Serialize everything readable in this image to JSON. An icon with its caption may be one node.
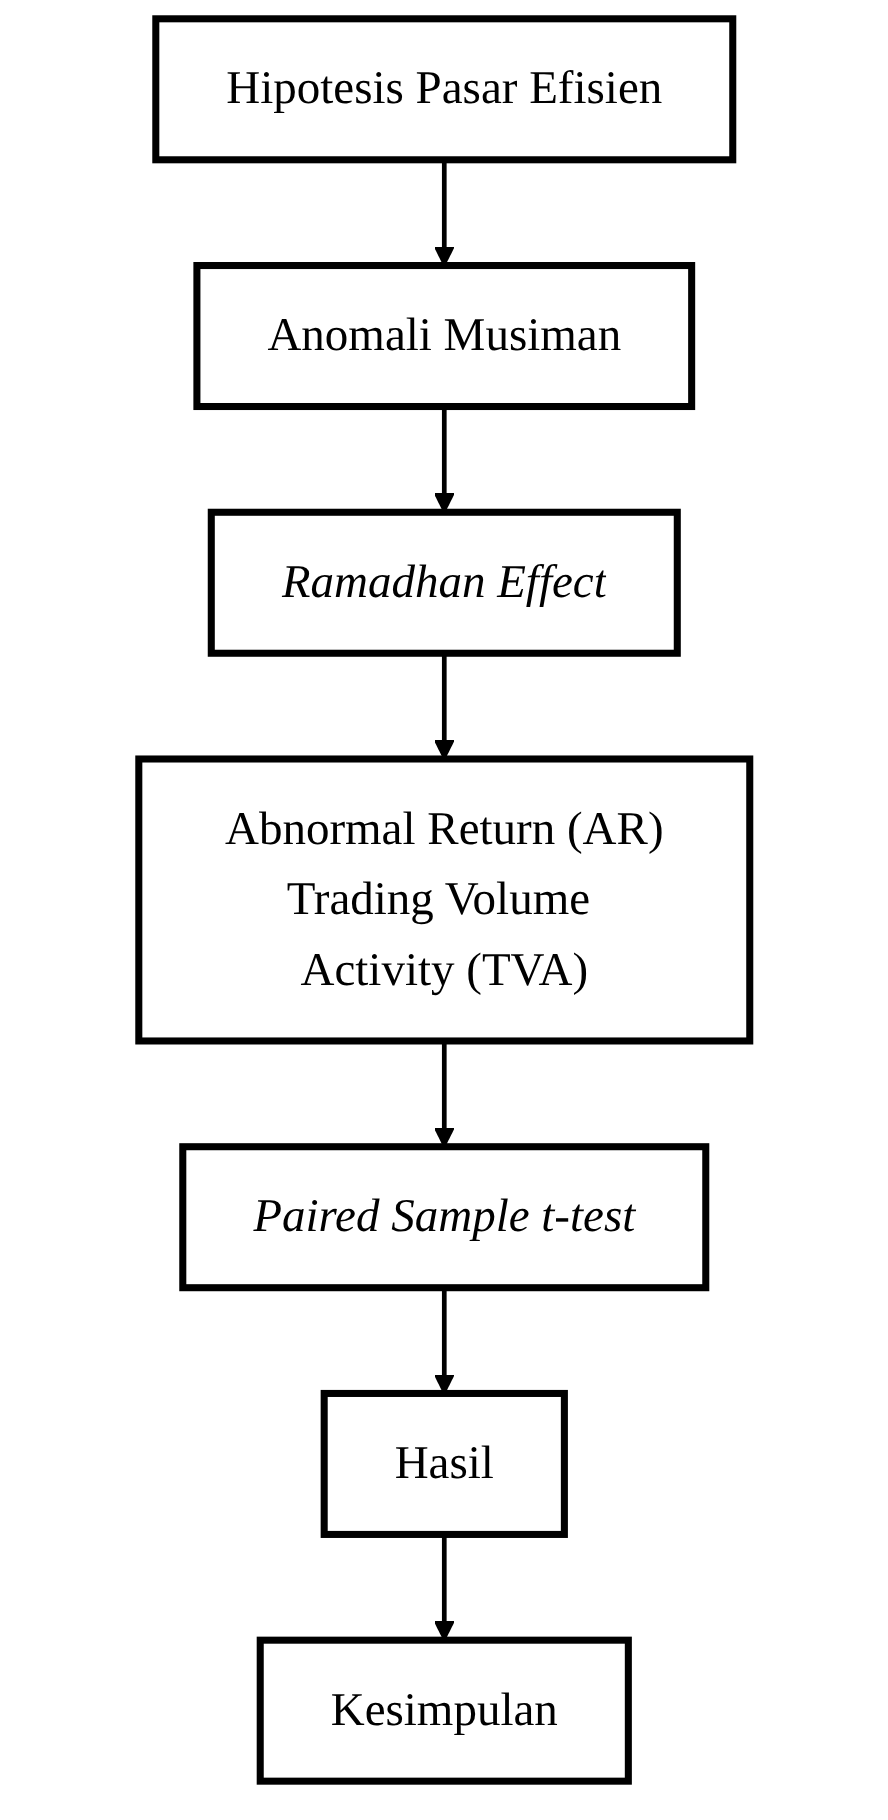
{
  "diagram": {
    "nodes": [
      {
        "text": [
          "Hipotesis Pasar Efisien"
        ]
      },
      {
        "text": [
          "Anomali Musiman"
        ]
      },
      {
        "text": [
          "Ramadhan Effect"
        ]
      },
      {
        "text": [
          "Abnormal Return (AR)",
          "Trading Volume Activity (TVA)"
        ]
      },
      {
        "text": [
          "Paired Sample t-test"
        ]
      },
      {
        "text": [
          "Hasil"
        ]
      },
      {
        "text": [
          "Kesimpulan"
        ]
      }
    ],
    "edges": [
      {
        "from": 0,
        "to": 1,
        "arrow": "to"
      },
      {
        "from": 1,
        "to": 2,
        "arrow": "to"
      },
      {
        "from": 2,
        "to": 3,
        "arrow": "to"
      },
      {
        "from": 3,
        "to": 4,
        "arrow": "to"
      },
      {
        "from": 4,
        "to": 5,
        "arrow": "to"
      },
      {
        "from": 5,
        "to": 6,
        "arrow": "to"
      }
    ]
  }
}
